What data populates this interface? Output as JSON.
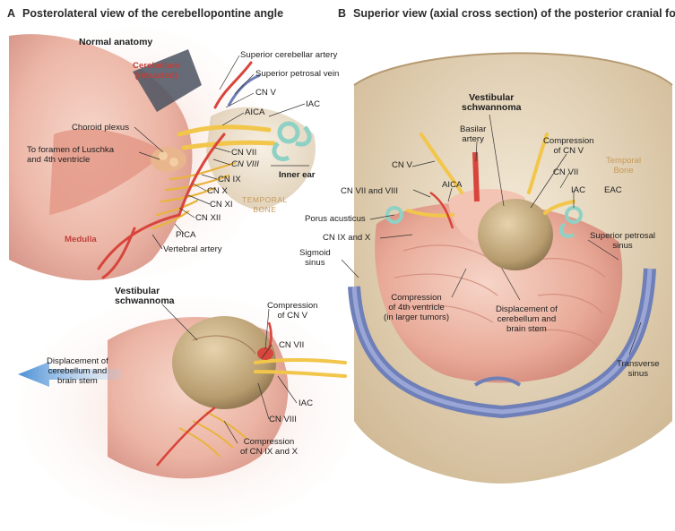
{
  "panel_a": {
    "letter": "A",
    "title": "Posterolateral view of the cerebellopontine angle",
    "normal_heading": "Normal anatomy",
    "cerebellum": [
      "Cerebellum",
      "(retracted)"
    ],
    "medulla": "Medulla",
    "temporal_bone": [
      "TEMPORAL",
      "BONE"
    ],
    "labels": {
      "superior_cerebellar_artery": "Superior cerebellar artery",
      "superior_petrosal_vein": "Superior petrosal vein",
      "cn_v": "CN V",
      "aica": "AICA",
      "iac": "IAC",
      "choroid_plexus": "Choroid plexus",
      "foramen": [
        "To foramen of Luschka",
        "and 4th ventricle"
      ],
      "cn_vii": "CN VII",
      "cn_viii": "CN VIII",
      "cn_ix": "CN IX",
      "cn_x": "CN X",
      "cn_xi": "CN XI",
      "cn_xii": "CN XII",
      "inner_ear": "Inner ear",
      "pica": "PICA",
      "vertebral_artery": "Vertebral artery"
    },
    "tumor": {
      "heading": [
        "Vestibular",
        "schwannoma"
      ],
      "compression_cn_v": [
        "Compression",
        "of CN V"
      ],
      "cn_vii": "CN VII",
      "displacement": [
        "Displacement of",
        "cerebellum and",
        "brain stem"
      ],
      "iac": "IAC",
      "cn_viii": "CN VIII",
      "compression_ix_x": [
        "Compression",
        "of CN IX and X"
      ]
    }
  },
  "panel_b": {
    "letter": "B",
    "title": "Superior view (axial cross section) of the posterior cranial fossa",
    "labels": {
      "vestibular_schwannoma": [
        "Vestibular",
        "schwannoma"
      ],
      "basilar_artery": [
        "Basilar",
        "artery"
      ],
      "compression_cn_v": [
        "Compression",
        "of CN V"
      ],
      "temporal_bone": [
        "Temporal",
        "Bone"
      ],
      "cn_v": "CN V",
      "cn_vii_right": "CN VII",
      "cn_vii_viii": "CN VII and VIII",
      "aica": "AICA",
      "iac": "IAC",
      "eac": "EAC",
      "porus_acusticus": "Porus acusticus",
      "cn_ix_x": "CN IX and X",
      "superior_petrosal_sinus": [
        "Superior petrosal",
        "sinus"
      ],
      "sigmoid_sinus": [
        "Sigmoid",
        "sinus"
      ],
      "compression_4th": [
        "Compression",
        "of 4th ventricle",
        "(in larger tumors)"
      ],
      "displacement": [
        "Displacement of",
        "cerebellum and",
        "brain stem"
      ],
      "transverse_sinus": [
        "Transverse",
        "sinus"
      ]
    }
  },
  "colors": {
    "tissue": "#e8a99a",
    "nerve": "#f2c64a",
    "artery": "#d8453c",
    "sinus": "#6f7fb8",
    "tumor": "#b39a72",
    "bone": "#c79a5a",
    "ear": "#8fd1c4"
  }
}
